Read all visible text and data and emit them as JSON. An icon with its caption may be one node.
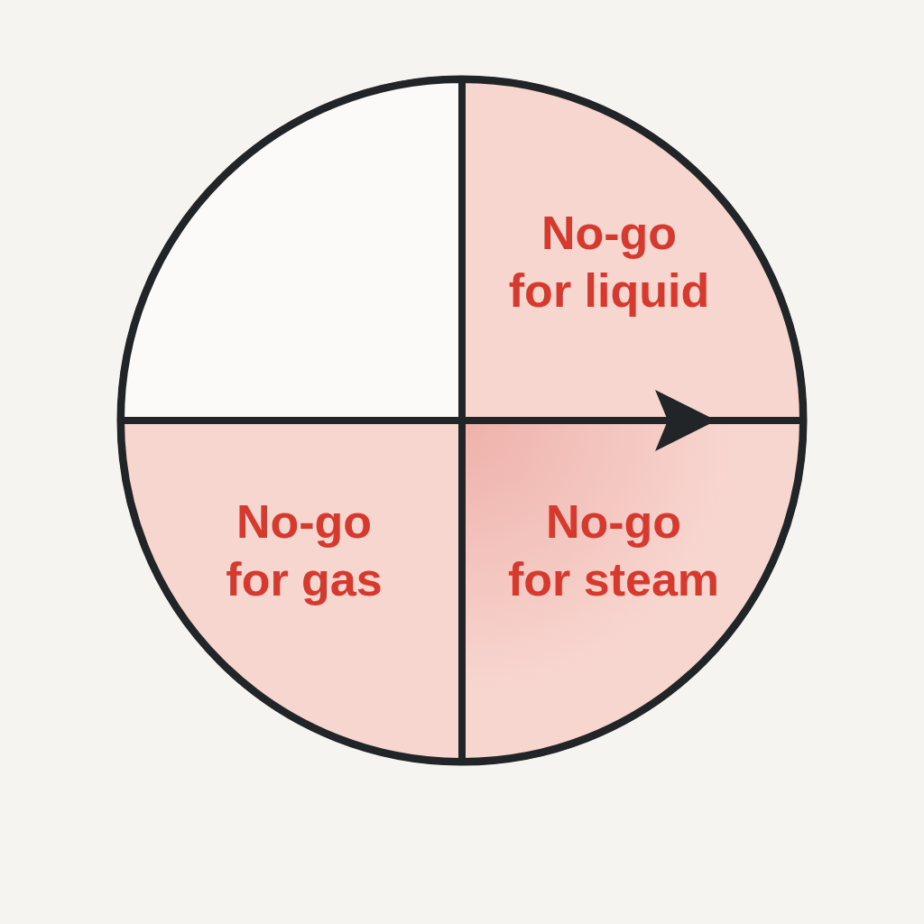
{
  "diagram": {
    "nodes": [
      {
        "text": [],
        "shape": "circle"
      },
      {
        "text": [],
        "shape": "quadrant",
        "in": 0
      },
      {
        "text": [
          "No-go for liquid"
        ],
        "in": 0
      },
      {
        "text": [
          "No-go for gas"
        ],
        "in": 0
      },
      {
        "text": [
          "No-go for steam"
        ],
        "in": 0
      }
    ],
    "edges": []
  }
}
